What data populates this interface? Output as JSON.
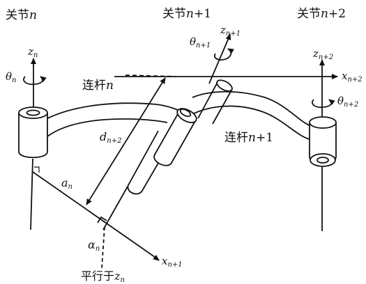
{
  "joints": {
    "n": {
      "title_cn": "关节",
      "title_var": "n",
      "title_suffix": ""
    },
    "n1": {
      "title_cn": "关节",
      "title_var": "n",
      "title_suffix": "+1"
    },
    "n2": {
      "title_cn": "关节",
      "title_var": "n",
      "title_suffix": "+2"
    }
  },
  "links": {
    "n": {
      "cn": "连杆",
      "var": "n",
      "suffix": ""
    },
    "n1": {
      "cn": "连杆",
      "var": "n",
      "suffix": "+1"
    }
  },
  "axes": {
    "z_n": {
      "sym": "z",
      "sub": "n"
    },
    "theta_n": {
      "sym": "θ",
      "sub": "n"
    },
    "z_n1": {
      "sym": "z",
      "sub": "n+1"
    },
    "theta_n1": {
      "sym": "θ",
      "sub": "n+1"
    },
    "z_n2": {
      "sym": "z",
      "sub": "n+2"
    },
    "theta_n2": {
      "sym": "θ",
      "sub": "n+2"
    },
    "x_n1": {
      "sym": "x",
      "sub": "n+1"
    },
    "x_n2": {
      "sym": "x",
      "sub": "n+2"
    }
  },
  "params": {
    "a_n": {
      "sym": "a",
      "sub": "n"
    },
    "d_n2": {
      "sym": "d",
      "sub": "n+2"
    },
    "alpha_n": {
      "sym": "α",
      "sub": "n"
    }
  },
  "parallel_label": {
    "cn": "平行于",
    "sym": "z",
    "sub": "n"
  }
}
